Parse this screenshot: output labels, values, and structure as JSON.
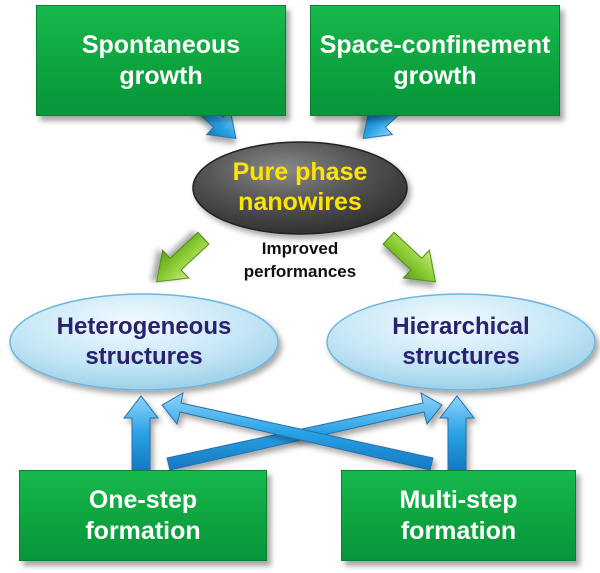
{
  "nodes": {
    "spontaneous_growth": {
      "lines": [
        "Spontaneous",
        "growth"
      ]
    },
    "space_confinement_growth": {
      "lines": [
        "Space-confinement",
        "growth"
      ]
    },
    "pure_phase_nanowires": {
      "lines": [
        "Pure phase",
        "nanowires"
      ]
    },
    "improved_performances": {
      "lines": [
        "Improved",
        "performances"
      ]
    },
    "heterogeneous_structures": {
      "lines": [
        "Heterogeneous",
        "structures"
      ]
    },
    "hierarchical_structures": {
      "lines": [
        "Hierarchical",
        "structures"
      ]
    },
    "one_step_formation": {
      "lines": [
        "One-step",
        "formation"
      ]
    },
    "multi_step_formation": {
      "lines": [
        "Multi-step",
        "formation"
      ]
    }
  },
  "colors": {
    "box_green": "#0fa843",
    "box_text": "#ffffff",
    "center_ellipse": "#4a4a4a",
    "center_text": "#ffe400",
    "structure_ellipse": "#bfe4f4",
    "structure_text": "#2a2170",
    "blue_arrow": "#2a9fe3",
    "green_arrow": "#82c228"
  }
}
